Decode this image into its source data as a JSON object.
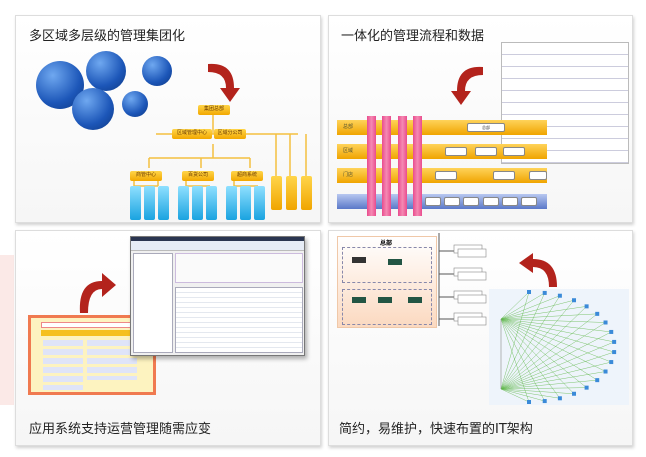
{
  "panels": [
    {
      "caption": "多区域多层级的管理集团化",
      "org": {
        "root": "集团总部",
        "level2": [
          "区域管理中心",
          "区域分公司"
        ],
        "level3": [
          "商管中心",
          "百货公司",
          "超商系统"
        ]
      }
    },
    {
      "caption": "一体化的管理流程和数据",
      "bands": [
        "总部",
        "区域",
        "门店"
      ],
      "top_node": "总部"
    },
    {
      "caption": "应用系统支持运营管理随需应变"
    },
    {
      "caption": "简约，易维护，快速布置的IT架构",
      "network_title": "总部"
    }
  ],
  "colors": {
    "arrow": "#b3231c",
    "orange": "#f2a800",
    "blue": "#1aa3e0",
    "pink": "#e94c8e",
    "green": "#5fb84a"
  }
}
